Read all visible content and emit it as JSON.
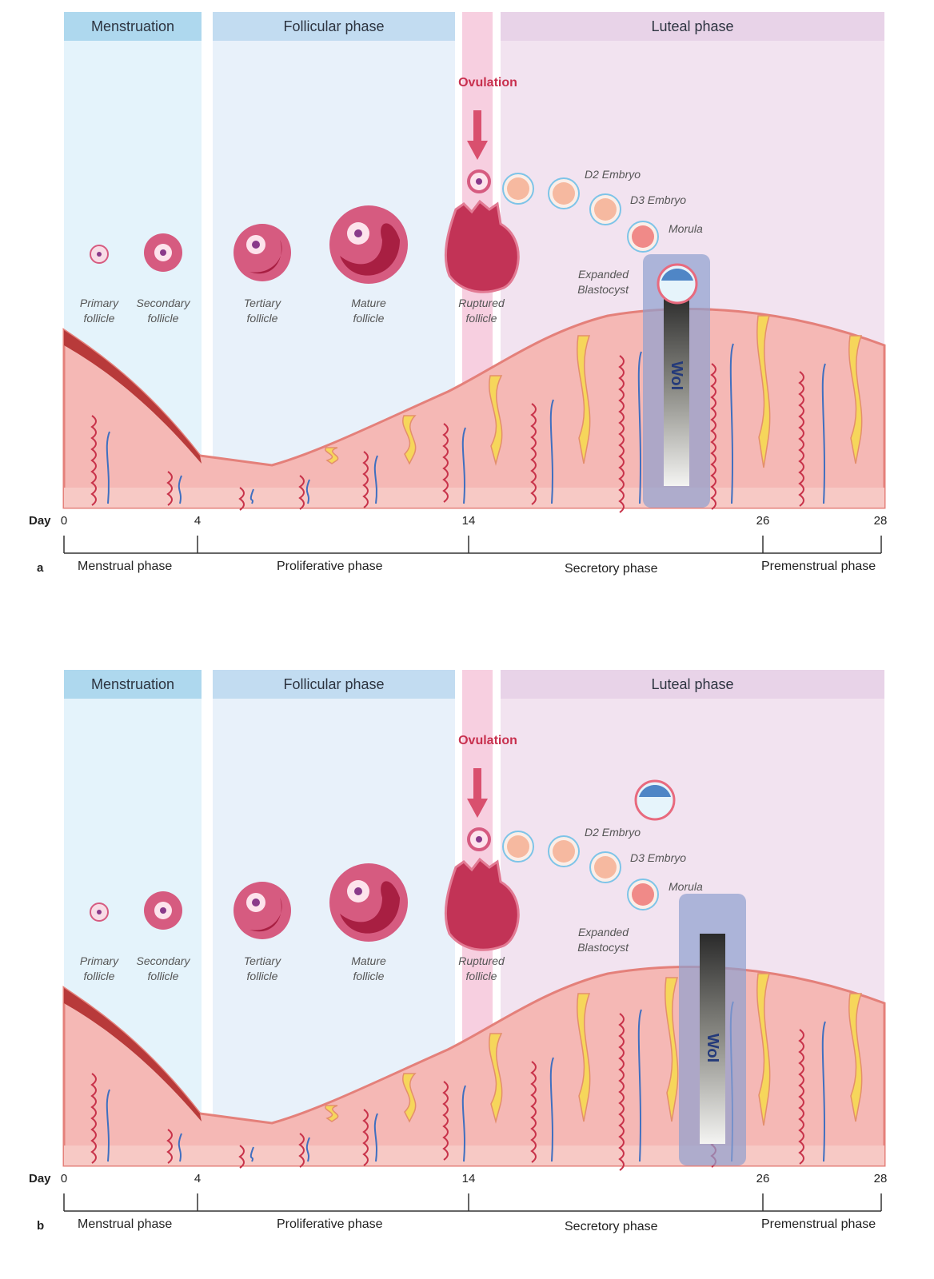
{
  "headers": {
    "menstruation": "Menstruation",
    "follicular": "Follicular phase",
    "luteal": "Luteal phase",
    "ovulation": "Ovulation"
  },
  "follicles": {
    "primary": [
      "Primary",
      "follicle"
    ],
    "secondary": [
      "Secondary",
      "follicle"
    ],
    "tertiary": [
      "Tertiary",
      "follicle"
    ],
    "mature": [
      "Mature",
      "follicle"
    ],
    "ruptured": [
      "Ruptured",
      "follicle"
    ]
  },
  "embryos": {
    "d2": "D2 Embryo",
    "d3": "D3 Embryo",
    "morula": "Morula",
    "blastocyst": [
      "Expanded",
      "Blastocyst"
    ]
  },
  "wol": "WoI",
  "timeline": {
    "day_label": "Day",
    "ticks": [
      "0",
      "4",
      "14",
      "26",
      "28"
    ],
    "phases": [
      "Menstrual phase",
      "Proliferative phase",
      "Secretory phase",
      "Premenstrual phase"
    ]
  },
  "panels": [
    {
      "letter": "a"
    },
    {
      "letter": "b"
    }
  ],
  "colors": {
    "menstruation_band": "#aed8ee",
    "follicular_band": "#c2dcf1",
    "luteal_band": "#e8d3e8",
    "ovulation_band": "#f7cfe0",
    "endometrium": "#f5b8b5",
    "follicle": "#d65b80",
    "wol_window": "#8f9fcf"
  }
}
